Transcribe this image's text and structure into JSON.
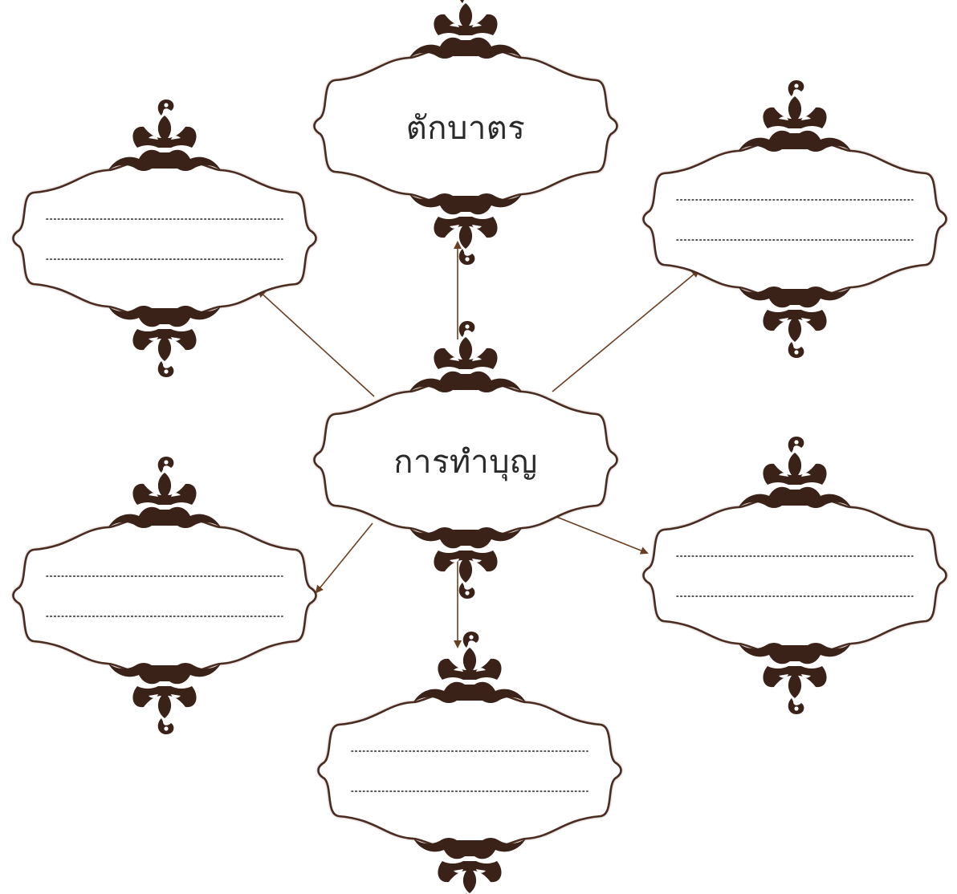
{
  "center": {
    "label": "การทำบุญ"
  },
  "branches": [
    {
      "id": "top",
      "label": "ตักบาตร",
      "blank_lines": 0
    },
    {
      "id": "upper-left",
      "label": "",
      "blank_lines": 2
    },
    {
      "id": "upper-right",
      "label": "",
      "blank_lines": 2
    },
    {
      "id": "lower-left",
      "label": "",
      "blank_lines": 2
    },
    {
      "id": "lower-right",
      "label": "",
      "blank_lines": 2
    },
    {
      "id": "bottom",
      "label": "",
      "blank_lines": 2
    }
  ],
  "colors": {
    "frame_stroke": "#4a2c20",
    "ornament": "#3b2218",
    "arrow": "#6b3f22",
    "text": "#2a2a2a"
  }
}
